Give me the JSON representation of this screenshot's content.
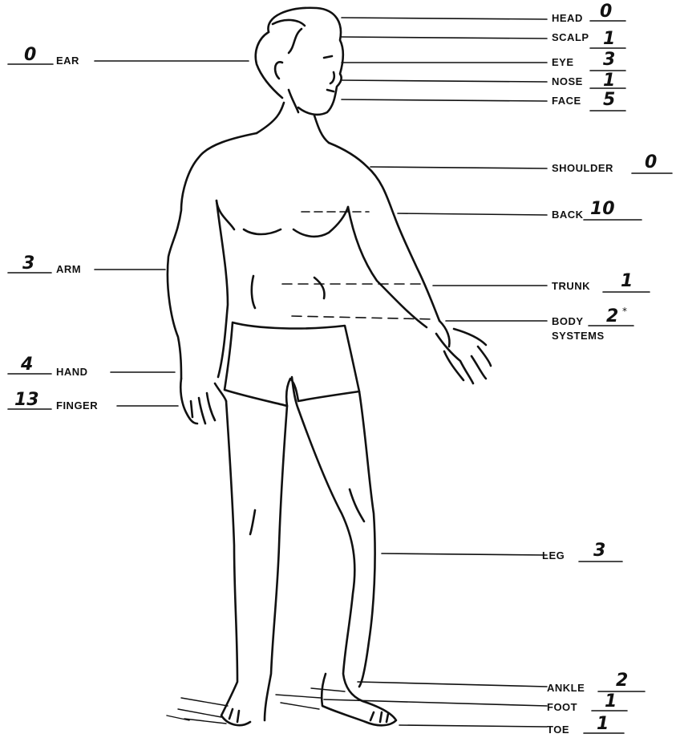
{
  "right_labels": [
    {
      "key": "head",
      "label": "HEAD",
      "value": "0"
    },
    {
      "key": "scalp",
      "label": "SCALP",
      "value": "1"
    },
    {
      "key": "eye",
      "label": "EYE",
      "value": "3"
    },
    {
      "key": "nose",
      "label": "NOSE",
      "value": "1"
    },
    {
      "key": "face",
      "label": "FACE",
      "value": "5"
    },
    {
      "key": "shoulder",
      "label": "SHOULDER",
      "value": "0"
    },
    {
      "key": "back",
      "label": "BACK",
      "value": "10"
    },
    {
      "key": "trunk",
      "label": "TRUNK",
      "value": "1"
    },
    {
      "key": "body",
      "label": "BODY",
      "label2": "SYSTEMS",
      "value": "2",
      "mark": "*"
    },
    {
      "key": "leg",
      "label": "LEG",
      "value": "3"
    },
    {
      "key": "ankle",
      "label": "ANKLE",
      "value": "2"
    },
    {
      "key": "foot",
      "label": "FOOT",
      "value": "1"
    },
    {
      "key": "toe",
      "label": "TOE",
      "value": "1"
    }
  ],
  "left_labels": [
    {
      "key": "ear",
      "label": "EAR",
      "value": "0"
    },
    {
      "key": "arm",
      "label": "ARM",
      "value": "3"
    },
    {
      "key": "hand",
      "label": "HAND",
      "value": "4"
    },
    {
      "key": "finger",
      "label": "FINGER",
      "value": "13"
    }
  ]
}
